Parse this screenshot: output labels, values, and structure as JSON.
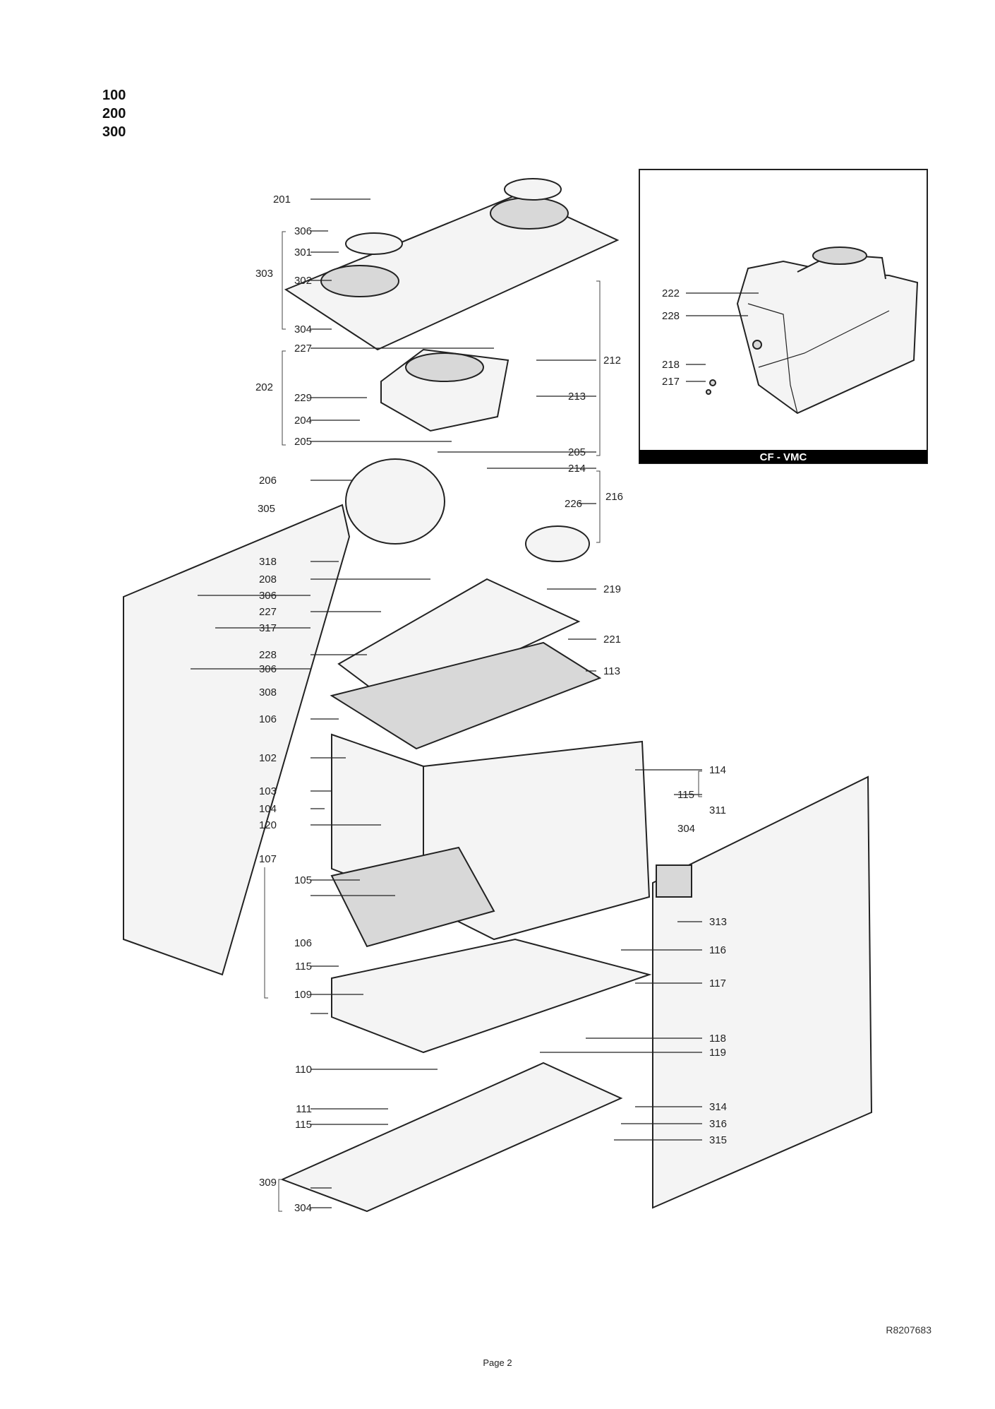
{
  "groups": [
    "100",
    "200",
    "300"
  ],
  "inset": {
    "caption": "CF - VMC",
    "labels": [
      "222",
      "228",
      "218",
      "217"
    ]
  },
  "callouts_left": [
    "201",
    "306",
    "301",
    "302",
    "303",
    "304",
    "227",
    "202",
    "229",
    "204",
    "205",
    "206",
    "305",
    "318",
    "208",
    "306",
    "227",
    "317",
    "228",
    "306",
    "308",
    "106",
    "102",
    "103",
    "104",
    "120",
    "107",
    "105",
    "106",
    "115",
    "109",
    "110",
    "111",
    "115",
    "309",
    "304"
  ],
  "callouts_right": [
    "212",
    "213",
    "205",
    "214",
    "226",
    "216",
    "219",
    "221",
    "113",
    "114",
    "115",
    "311",
    "304",
    "313",
    "116",
    "117",
    "118",
    "119",
    "314",
    "316",
    "315"
  ],
  "reference_code": "R8207683",
  "page": "Page 2"
}
